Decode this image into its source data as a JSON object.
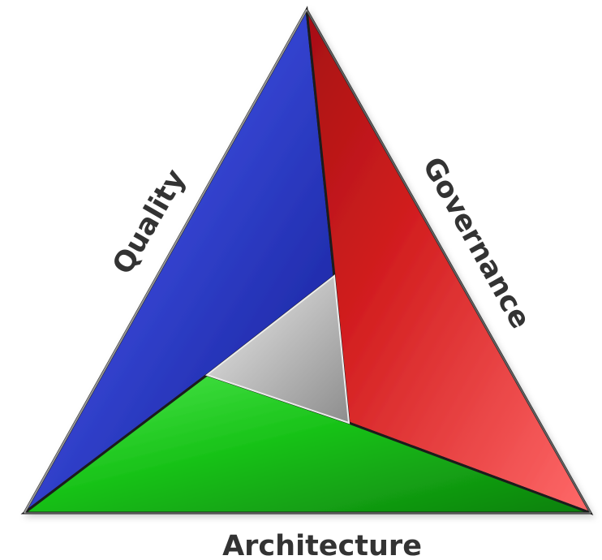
{
  "diagram": {
    "labels": {
      "left": "Quality",
      "right": "Governance",
      "bottom": "Architecture"
    },
    "segments": {
      "left": {
        "icon": "blue-triangle-face",
        "color": "#2f3fc4"
      },
      "right": {
        "icon": "red-triangle-face",
        "color": "#d92b2b"
      },
      "bottom": {
        "icon": "green-triangle-face",
        "color": "#17b917"
      },
      "center": {
        "icon": "gray-center-triangle",
        "color": "#a8a8a8"
      }
    }
  }
}
